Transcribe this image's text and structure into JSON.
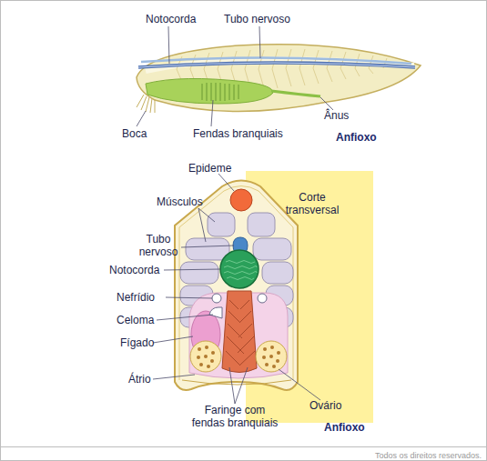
{
  "diagram": {
    "labels": [
      "Notocorda",
      "Tubo nervoso",
      "Boca",
      "Fendas branquiais",
      "Ânus",
      "Anfioxo",
      "Epideme",
      "Músculos",
      "Tubo nervoso",
      "Notocorda",
      "Nefrídio",
      "Celoma",
      "Fígado",
      "Átrio",
      "Corte transversal",
      "Faringe com fendas branquiais",
      "Ovário",
      "Anfioxo",
      "Todos os direitos reservados."
    ]
  }
}
